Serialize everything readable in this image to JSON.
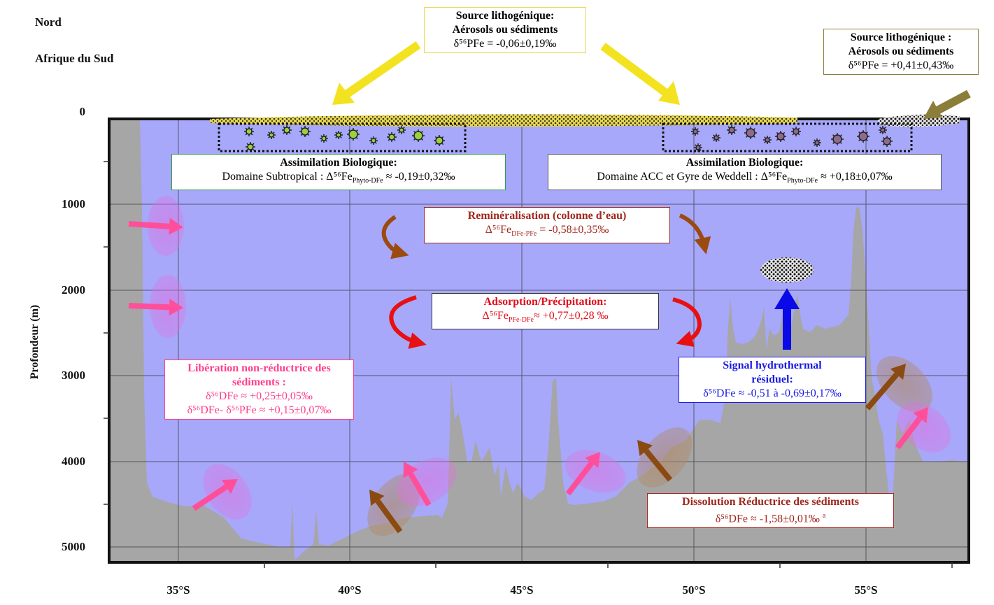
{
  "header": {
    "north": "Nord",
    "south_africa": "Afrique du Sud"
  },
  "axes": {
    "ylabel": "Profondeur (m)",
    "yticks": [
      "0",
      "1000",
      "2000",
      "3000",
      "4000",
      "5000"
    ],
    "xticks": [
      "35°S",
      "40°S",
      "45°S",
      "50°S",
      "55°S"
    ]
  },
  "source_left": {
    "title1": "Source lithogénique:",
    "title2": "Aérosols ou sédiments",
    "value": "δ⁵⁶PFe = -0,06±0,19‰",
    "color": "#f3e21f"
  },
  "source_right": {
    "title1": "Source lithogénique :",
    "title2": "Aérosols ou sédiments",
    "value": "δ⁵⁶PFe = +0,41±0,43‰",
    "color": "#8b7d3a"
  },
  "assim_left": {
    "title": "Assimilation Biologique:",
    "text": "Domaine Subtropical : Δ⁵⁶Fe",
    "sub": "Phyto-DFe",
    "value": "≈ -0,19±0,32‰",
    "border": "#2e9e4a"
  },
  "assim_right": {
    "title": "Assimilation Biologique:",
    "text": "Domaine ACC et Gyre de Weddell : Δ⁵⁶Fe",
    "sub": "Phyto-DFe",
    "value": "≈ +0,18±0,07‰",
    "border": "#555555"
  },
  "remin": {
    "title": "Reminéralisation (colonne d’eau)",
    "text": "Δ⁵⁶Fe",
    "sub": "DFe-PFe",
    "value": " = -0,58±0,35‰",
    "color": "#a0281e"
  },
  "adsorption": {
    "title": "Adsorption/Précipitation:",
    "text": "Δ⁵⁶Fe",
    "sub": "PFe-DFe",
    "value": "≈ +0,77±0,28 ‰",
    "color": "#e0101e"
  },
  "liberation": {
    "line1": "Libération non-réductrice des",
    "line2": "sédiments :",
    "line3": "δ⁵⁶DFe ≈ +0,25±0,05‰",
    "line4": "δ⁵⁶DFe- δ⁵⁶PFe ≈ +0,15±0,07‰",
    "color": "#ff3e8c"
  },
  "hydro": {
    "line1": "Signal hydrothermal",
    "line2": "résiduel:",
    "line3": "δ⁵⁶DFe ≈ -0,51 à -0,69±0,17‰",
    "color": "#1a1ae6"
  },
  "dissolution": {
    "title": "Dissolution Réductrice des sédiments",
    "value": "δ⁵⁶DFe ≈ -1,58±0,01‰",
    "note": "a",
    "color": "#a0281e"
  },
  "colors": {
    "ocean": "#a7a8fa",
    "seafloor": "#a6a6a6",
    "pink_arrow": "#ff4f9a",
    "brown_arrow": "#8a4a12",
    "remin_arrow": "#9b4a10",
    "adsorb_arrow": "#e81010",
    "hydro_arrow": "#0a0ae8"
  }
}
